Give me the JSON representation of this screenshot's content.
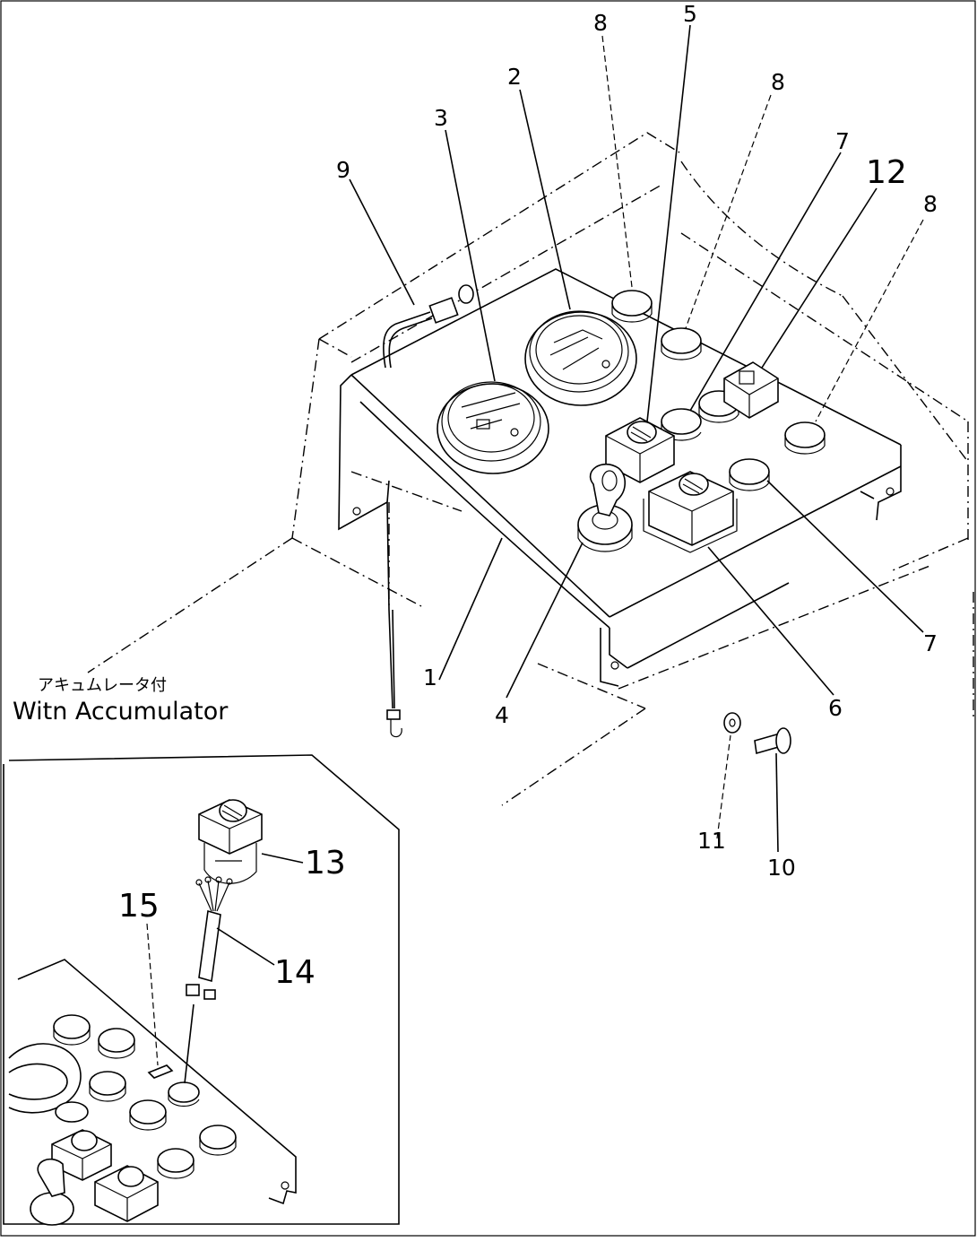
{
  "diagram": {
    "callouts": {
      "p1": "1",
      "p2": "2",
      "p3": "3",
      "p4": "4",
      "p5": "5",
      "p6": "6",
      "p7a": "7",
      "p7b": "7",
      "p7c": "7",
      "p8a": "8",
      "p8b": "8",
      "p8c": "8",
      "p9": "9",
      "p10": "10",
      "p11": "11",
      "p12": "12",
      "p13": "13",
      "p14": "14",
      "p15": "15"
    },
    "inset": {
      "note_jp": "アキュムレータ付",
      "caption": "Witn Accumulator"
    }
  }
}
